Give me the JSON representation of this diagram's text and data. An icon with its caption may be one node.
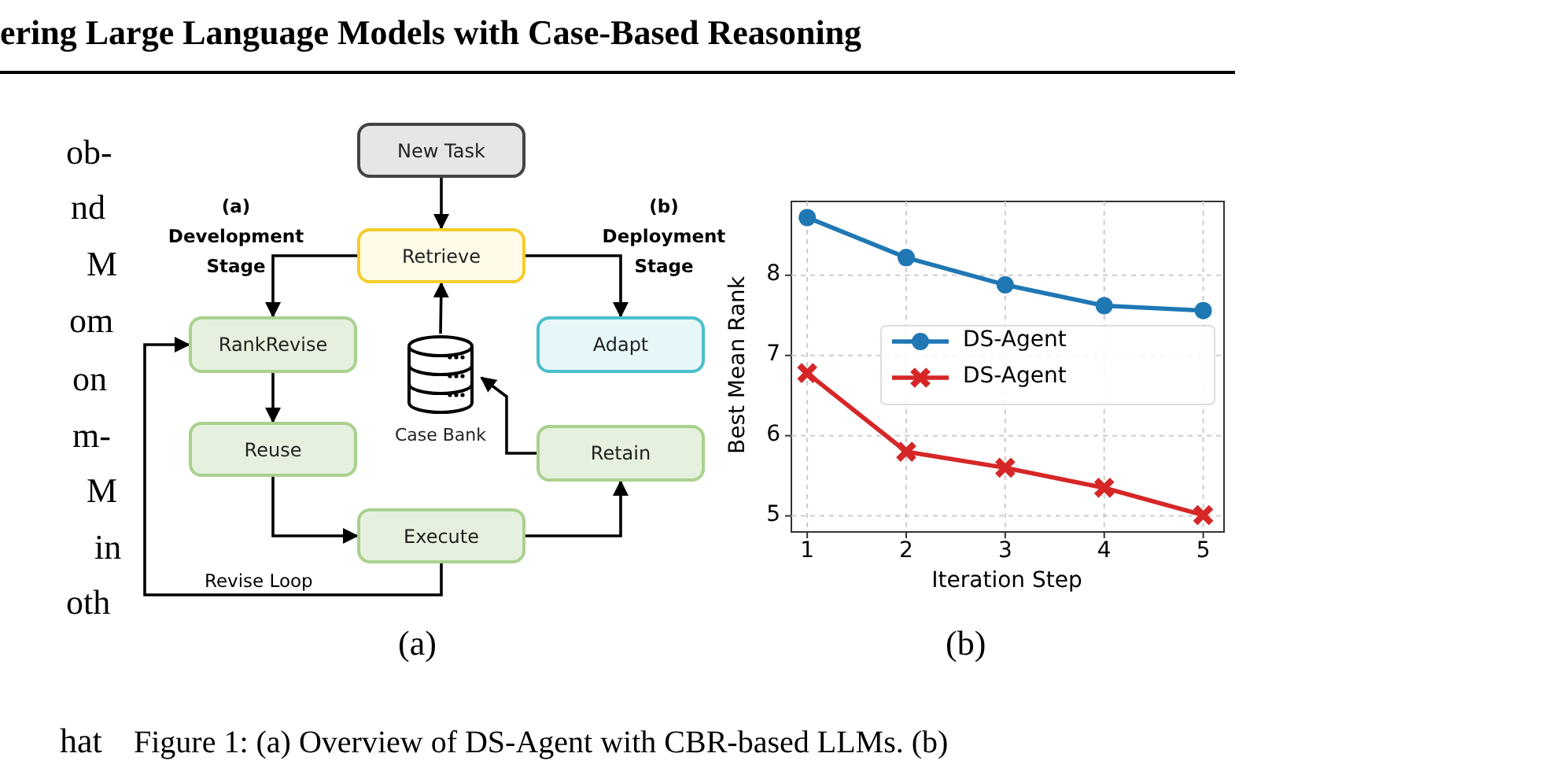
{
  "diagram": {
    "title": "ering Large Language Models with Case-Based Reasoning",
    "caption": "Figure 1: (a) Overview of DS-Agent with CBR-based LLMs. (b)",
    "nodes": [
      {
        "text": [
          "New Task"
        ]
      },
      {
        "text": [
          "Retrieve"
        ]
      },
      {
        "text": [
          "RankRevise"
        ]
      },
      {
        "text": [
          "Adapt"
        ]
      },
      {
        "text": [
          "Case Bank"
        ]
      },
      {
        "text": [
          "Reuse"
        ]
      },
      {
        "text": [
          "Retain"
        ]
      },
      {
        "text": [
          "Execute"
        ]
      }
    ],
    "edges": [
      {
        "from": 0,
        "to": 1,
        "arrow": "to"
      },
      {
        "from": 1,
        "to": 2,
        "arrow": "to"
      },
      {
        "from": 1,
        "to": 3,
        "arrow": "to"
      },
      {
        "from": 4,
        "to": 1,
        "arrow": "to"
      },
      {
        "from": 6,
        "to": 4,
        "arrow": "to"
      },
      {
        "from": 2,
        "to": 5,
        "arrow": "to"
      },
      {
        "from": 5,
        "to": 7,
        "arrow": "to"
      },
      {
        "from": 7,
        "to": 6,
        "arrow": "to"
      },
      {
        "from": 7,
        "to": 2,
        "arrow": "to",
        "label": "Revise Loop"
      }
    ],
    "labels": [
      "ob-",
      "nd",
      "(a) Development Stage",
      "(b) Deployment Stage",
      "M",
      "om",
      "on",
      "m-",
      "M",
      "in",
      "oth",
      "(a)",
      "(b)",
      "hat"
    ],
    "chart_data": {
      "type": "line",
      "xlabel": "Iteration Step",
      "ylabel": "Best Mean Rank",
      "x": [
        1,
        2,
        3,
        4,
        5
      ],
      "series": [
        {
          "name": "DS-Agent",
          "color": "#1f77b4",
          "marker": "circle",
          "values": [
            8.72,
            8.22,
            7.88,
            7.62,
            7.56
          ]
        },
        {
          "name": "DS-Agent",
          "color": "#d62728",
          "marker": "x",
          "values": [
            6.78,
            5.8,
            5.6,
            5.35,
            5.01
          ]
        }
      ],
      "xticks": [
        1,
        2,
        3,
        4,
        5
      ],
      "yticks": [
        5,
        6,
        7,
        8
      ],
      "xlim": [
        0.84,
        5.21
      ],
      "ylim": [
        4.8,
        8.92
      ],
      "grid": true
    }
  }
}
